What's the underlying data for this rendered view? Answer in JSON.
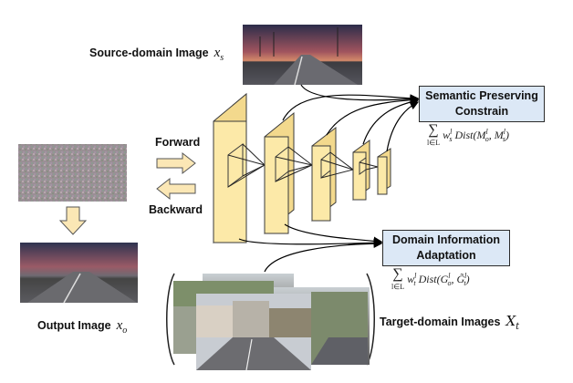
{
  "labels": {
    "source": "Source-domain Image",
    "source_sym": "x",
    "source_sub": "s",
    "forward": "Forward",
    "backward": "Backward",
    "output": "Output Image",
    "output_sym": "x",
    "output_sub": "o",
    "target": "Target-domain Images",
    "target_sym": "X",
    "target_sub": "t"
  },
  "boxes": {
    "semantic_line1": "Semantic Preserving",
    "semantic_line2": "Constrain",
    "domain_line1": "Domain Information",
    "domain_line2": "Adaptation"
  },
  "formulas": {
    "semantic_sum_under": "l∈L",
    "semantic_w": "w",
    "semantic_w_sup": "l",
    "semantic_w_sub": "s",
    "semantic_rest": "Dist(M",
    "domain_sum_under": "l∈L",
    "domain_w": "w",
    "domain_w_sup": "l",
    "domain_w_sub": "t",
    "domain_rest": "Dist(G"
  },
  "colors": {
    "layer_fill": "#fce9a8",
    "layer_stroke": "#3a3a3a",
    "box_fill": "#dce8f6",
    "arrow_fill": "#fbe7b5"
  }
}
